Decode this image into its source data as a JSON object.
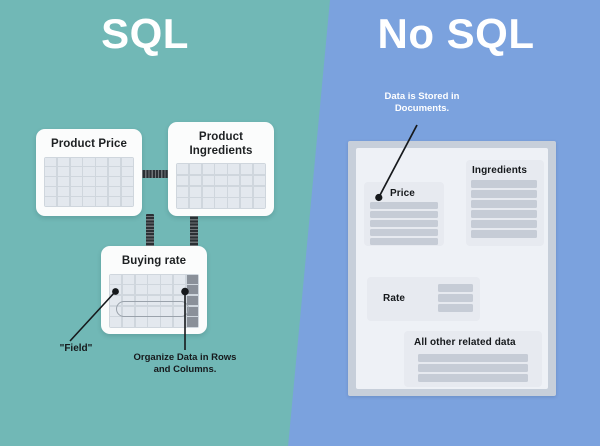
{
  "colors": {
    "left_panel_bg": "#71b8b6",
    "right_panel_bg": "#7ba2de",
    "card_bg": "#fbfcfc",
    "grid_cell": "#e3e8ee",
    "grid_cell_dark": "#8a9099",
    "doc_frame": "#c7cfda",
    "doc_page": "#eef1f6",
    "block_bg": "#e7eaf0",
    "bar": "#c6ccd6",
    "text_dark": "#16191c",
    "text_light": "#ffffff",
    "connector": "#2b3035"
  },
  "left": {
    "title": "SQL",
    "cards": [
      {
        "id": "price",
        "title": "Product Price",
        "grid_cols": 7,
        "grid_rows": 5,
        "dark_last_column": false
      },
      {
        "id": "ingredients",
        "title": "Product Ingredients",
        "grid_cols": 7,
        "grid_rows": 4,
        "dark_last_column": false
      },
      {
        "id": "buying_rate",
        "title": "Buying rate",
        "grid_cols": 7,
        "grid_rows": 5,
        "dark_last_column": true
      }
    ],
    "annotations": [
      {
        "id": "field",
        "text": "\"Field\""
      },
      {
        "id": "rows_columns",
        "text": "Organize Data in Rows\nand Columns."
      }
    ]
  },
  "right": {
    "title": "No SQL",
    "annotation": "Data is Stored in\nDocuments.",
    "document": {
      "blocks": [
        {
          "id": "price",
          "label": "Price",
          "bars": 5,
          "label_position": "top"
        },
        {
          "id": "ingredients",
          "label": "Ingredients",
          "bars": 6,
          "label_position": "top"
        },
        {
          "id": "rate",
          "label": "Rate",
          "bars": 3,
          "label_position": "left"
        },
        {
          "id": "other",
          "label": "All other related data",
          "bars": 3,
          "label_position": "top"
        }
      ]
    }
  }
}
